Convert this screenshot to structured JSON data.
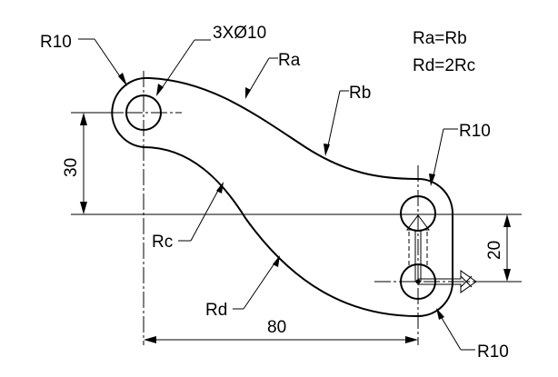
{
  "notes": {
    "line1": "Ra=Rb",
    "line2": "Rd=2Rc"
  },
  "callouts": {
    "r10_top_left": "R10",
    "holes": "3XØ10",
    "ra": "Ra",
    "rb": "Rb",
    "r10_right": "R10",
    "rc": "Rc",
    "rd": "Rd",
    "r10_bottom": "R10"
  },
  "dimensions": {
    "vertical_left": "30",
    "horizontal_bottom": "80",
    "vertical_right": "20"
  }
}
